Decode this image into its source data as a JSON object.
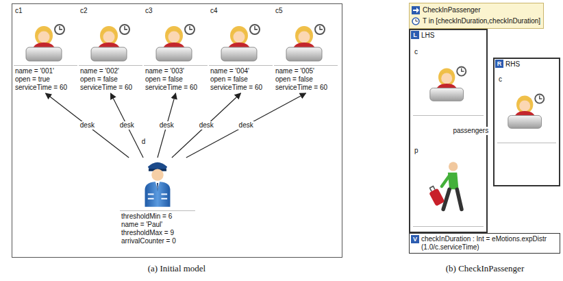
{
  "diagram": {
    "nodes": [
      {
        "text": [
          "c1",
          "name = '001'",
          "open = true",
          "serviceTime = 60"
        ]
      },
      {
        "text": [
          "c2",
          "name = '002'",
          "open = false",
          "serviceTime = 60"
        ]
      },
      {
        "text": [
          "c3",
          "name = '003'",
          "open = false",
          "serviceTime = 60"
        ]
      },
      {
        "text": [
          "c4",
          "name = '004'",
          "open = false",
          "serviceTime = 60"
        ]
      },
      {
        "text": [
          "c5",
          "name = '005'",
          "open = false",
          "serviceTime = 60"
        ]
      },
      {
        "text": [
          "thresholdMin = 6",
          "name = 'Paul'",
          "thresholdMax = 9",
          "arrivalCounter = 0"
        ]
      },
      {
        "text": [
          "CheckInPassenger",
          "T in [checkInDuration,checkInDuration]"
        ]
      },
      {
        "text": [
          "LHS"
        ]
      },
      {
        "text": [
          "c"
        ],
        "in": 7
      },
      {
        "text": [
          "p"
        ],
        "in": 7
      },
      {
        "text": [
          "RHS"
        ]
      },
      {
        "text": [
          "c"
        ],
        "in": 10
      },
      {
        "text": [
          "checkInDuration : Int = eMotions.expDistr (1.0/c.serviceTime)"
        ]
      }
    ],
    "edges": [
      {
        "from": 5,
        "to": 0,
        "label": "desk",
        "arrow": "to"
      },
      {
        "from": 5,
        "to": 1,
        "label": "desk",
        "arrow": "to"
      },
      {
        "from": 5,
        "to": 2,
        "label": "desk",
        "arrow": "to"
      },
      {
        "from": 5,
        "to": 3,
        "label": "desk",
        "arrow": "to"
      },
      {
        "from": 5,
        "to": 4,
        "label": "desk",
        "arrow": "to"
      },
      {
        "from": 8,
        "to": 9,
        "label": "passengers",
        "arrow": "to"
      }
    ],
    "labels": [
      "d",
      "L",
      "R",
      "V",
      "(a) Initial model",
      "(b) CheckInPassenger"
    ]
  }
}
